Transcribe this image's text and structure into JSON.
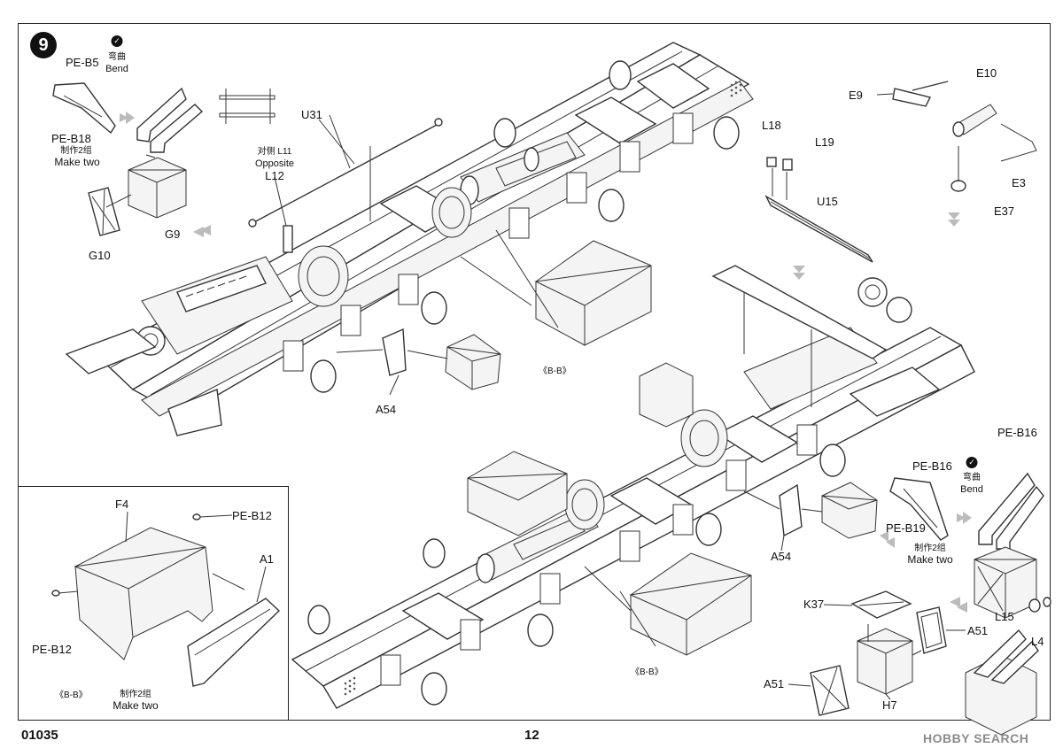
{
  "step": {
    "number": "9"
  },
  "footer": {
    "code": "01035",
    "page": "12"
  },
  "watermark": {
    "text": "HOBBY SEARCH"
  },
  "labels": {
    "pe_b5": "PE-B5",
    "bend_cn_1": "弯曲",
    "bend_en_1": "Bend",
    "pe_b18": "PE-B18",
    "make_two_cn_1": "制作2组",
    "make_two_en_1": "Make two",
    "g10": "G10",
    "g9": "G9",
    "u31": "U31",
    "opposite_cn": "对侧 L11",
    "opposite_en": "Opposite",
    "l12": "L12",
    "a54_top": "A54",
    "bb_top": "《B-B》",
    "l18": "L18",
    "l19": "L19",
    "u15": "U15",
    "e9": "E9",
    "e10": "E10",
    "e3": "E3",
    "e37": "E37",
    "pe_b16_right": "PE-B16",
    "pe_b16_mid": "PE-B16",
    "bend_cn_2": "弯曲",
    "bend_en_2": "Bend",
    "pe_b19": "PE-B19",
    "make_two_cn_2": "制作2组",
    "make_two_en_2": "Make two",
    "a54_bottom": "A54",
    "k37": "K37",
    "a51_right": "A51",
    "a51_left": "A51",
    "h7": "H7",
    "l15": "L15",
    "l4": "L4",
    "bb_bottom": "《B-B》"
  },
  "inset": {
    "f4": "F4",
    "pe_b12_top": "PE-B12",
    "a1": "A1",
    "pe_b12_left": "PE-B12",
    "bb": "《B-B》",
    "make_two_cn": "制作2组",
    "make_two_en": "Make two"
  },
  "icons": [
    "bend-icon",
    "assembly-arrow-icon"
  ]
}
